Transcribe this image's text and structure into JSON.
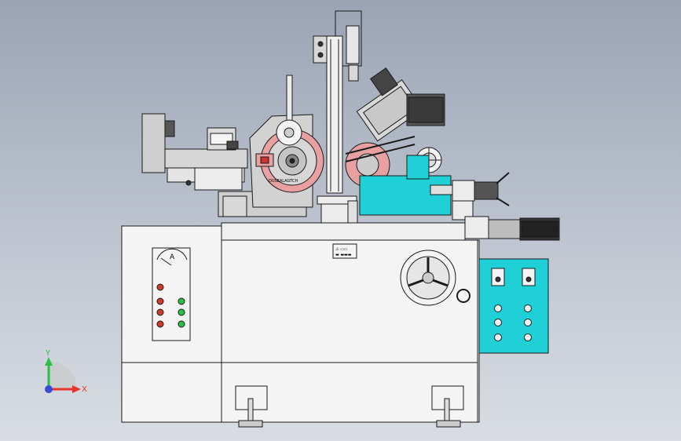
{
  "scene": {
    "background_top": "#9aa4b4",
    "background_bottom": "#d9dde3",
    "outline_color": "#1a1a1a",
    "cabinet_color": "#f4f4f4",
    "control_box_color": "#1fd0d6",
    "wheel_color": "#e8a0a0"
  },
  "ammeter": {
    "label": "A"
  },
  "left_panel": {
    "lamps": [
      {
        "color": "#d23a2a"
      },
      {
        "color": "#d23a2a"
      },
      {
        "color": "#2bbf4a"
      },
      {
        "color": "#d23a2a"
      },
      {
        "color": "#2bbf4a"
      },
      {
        "color": "#d23a2a"
      },
      {
        "color": "#2bbf4a"
      }
    ]
  },
  "right_panel": {
    "switch_count": 2,
    "button_count": 6
  },
  "brand_label": "DUSEALAGTCH",
  "warning_label": {
    "line1": "⚠ ▭▭",
    "line2": "▬ ▬▬▬"
  },
  "axes": {
    "y_label": "Y",
    "x_label": "X",
    "y_color": "#2bbf4a",
    "x_color": "#e8332a",
    "origin_color": "#3a4bd8"
  }
}
